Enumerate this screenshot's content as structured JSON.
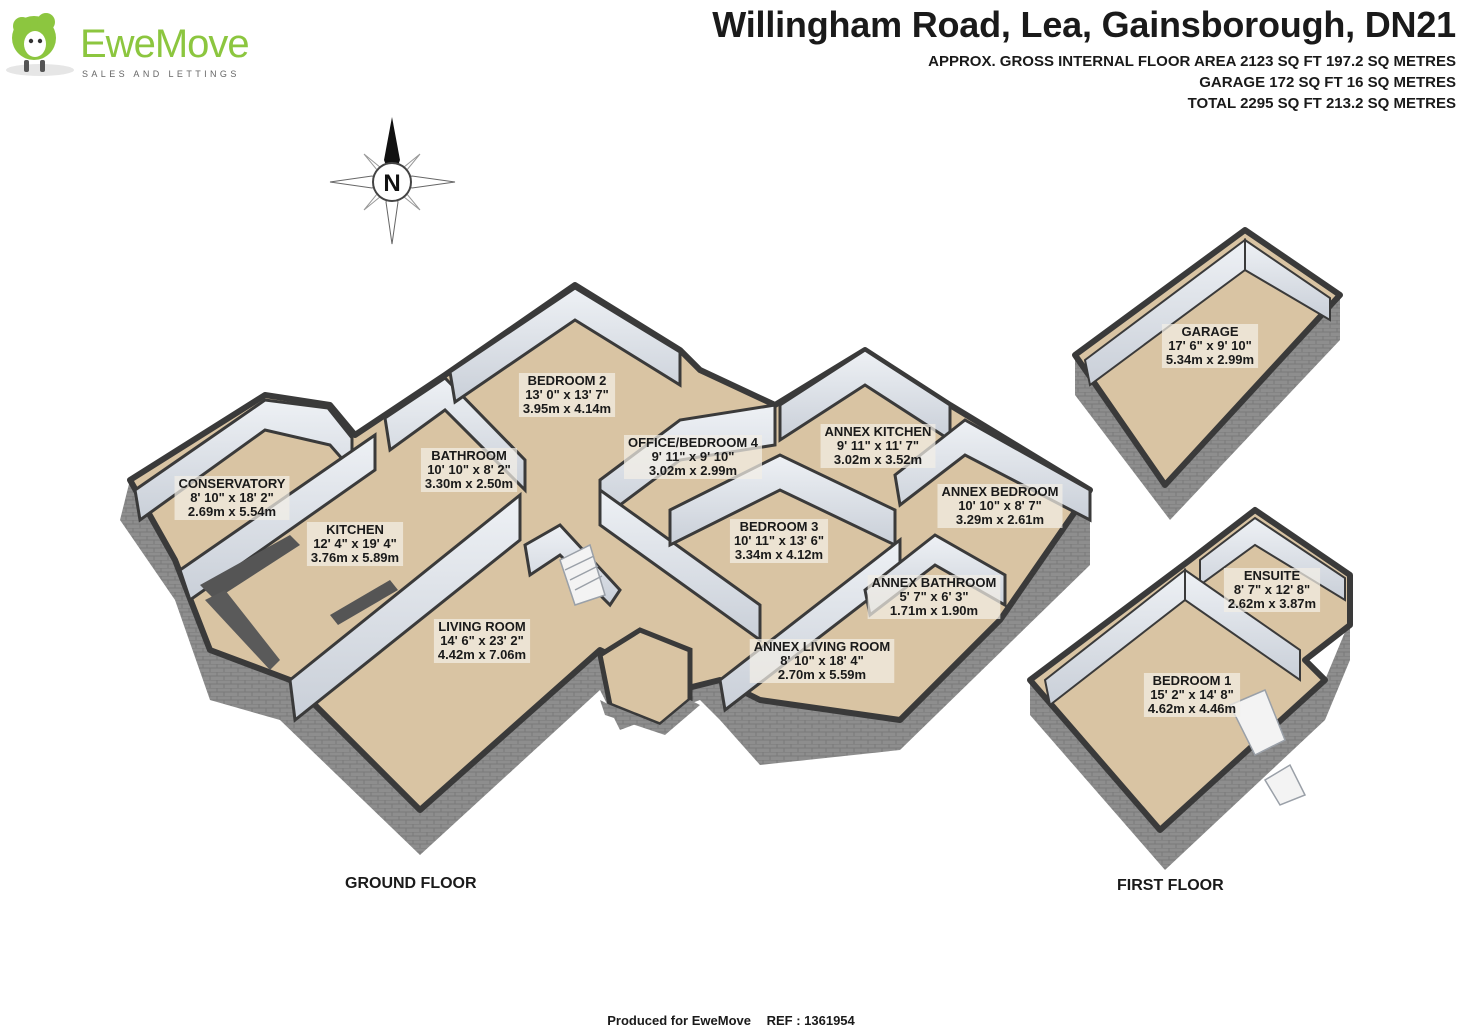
{
  "brand": {
    "name": "EweMove",
    "tagline": "SALES AND LETTINGS",
    "color": "#8cc63f"
  },
  "title": "Willingham Road, Lea, Gainsborough, DN21",
  "areas": [
    "APPROX. GROSS INTERNAL FLOOR AREA 2123 SQ FT 197.2 SQ METRES",
    "GARAGE 172 SQ FT 16 SQ METRES",
    "TOTAL 2295 SQ FT 213.2 SQ METRES"
  ],
  "compass": {
    "label": "N"
  },
  "floors": {
    "ground": "GROUND FLOOR",
    "first": "FIRST FLOOR"
  },
  "rooms": [
    {
      "id": "conservatory",
      "name": "CONSERVATORY",
      "imperial": "8' 10\" x 18' 2\"",
      "metric": "2.69m x 5.54m"
    },
    {
      "id": "kitchen",
      "name": "KITCHEN",
      "imperial": "12' 4\" x 19' 4\"",
      "metric": "3.76m x 5.89m"
    },
    {
      "id": "bathroom",
      "name": "BATHROOM",
      "imperial": "10' 10\" x 8' 2\"",
      "metric": "3.30m x 2.50m"
    },
    {
      "id": "bedroom-2",
      "name": "BEDROOM 2",
      "imperial": "13' 0\" x 13' 7\"",
      "metric": "3.95m x 4.14m"
    },
    {
      "id": "office-bedroom-4",
      "name": "OFFICE/BEDROOM 4",
      "imperial": "9' 11\" x 9' 10\"",
      "metric": "3.02m x 2.99m"
    },
    {
      "id": "living-room",
      "name": "LIVING ROOM",
      "imperial": "14' 6\" x 23' 2\"",
      "metric": "4.42m x 7.06m"
    },
    {
      "id": "bedroom-3",
      "name": "BEDROOM 3",
      "imperial": "10' 11\" x 13' 6\"",
      "metric": "3.34m x 4.12m"
    },
    {
      "id": "annex-kitchen",
      "name": "ANNEX KITCHEN",
      "imperial": "9' 11\" x 11' 7\"",
      "metric": "3.02m x 3.52m"
    },
    {
      "id": "annex-bedroom",
      "name": "ANNEX BEDROOM",
      "imperial": "10' 10\" x 8' 7\"",
      "metric": "3.29m x 2.61m"
    },
    {
      "id": "annex-bathroom",
      "name": "ANNEX BATHROOM",
      "imperial": "5' 7\" x 6' 3\"",
      "metric": "1.71m x 1.90m"
    },
    {
      "id": "annex-living-room",
      "name": "ANNEX LIVING ROOM",
      "imperial": "8' 10\" x 18' 4\"",
      "metric": "2.70m x 5.59m"
    },
    {
      "id": "garage",
      "name": "GARAGE",
      "imperial": "17' 6\" x 9' 10\"",
      "metric": "5.34m x 2.99m"
    },
    {
      "id": "ensuite",
      "name": "ENSUITE",
      "imperial": "8' 7\" x 12' 8\"",
      "metric": "2.62m x 3.87m"
    },
    {
      "id": "bedroom-1",
      "name": "BEDROOM 1",
      "imperial": "15' 2\" x 14' 8\"",
      "metric": "4.62m x 4.46m"
    }
  ],
  "footer": {
    "produced": "Produced for EweMove",
    "ref": "REF : 1361954"
  },
  "colors": {
    "floor": "#d9c4a3",
    "wall_top": "#3a3a3a",
    "wall_inner": "#dfe3ea",
    "brick": "#8d8d8d"
  }
}
